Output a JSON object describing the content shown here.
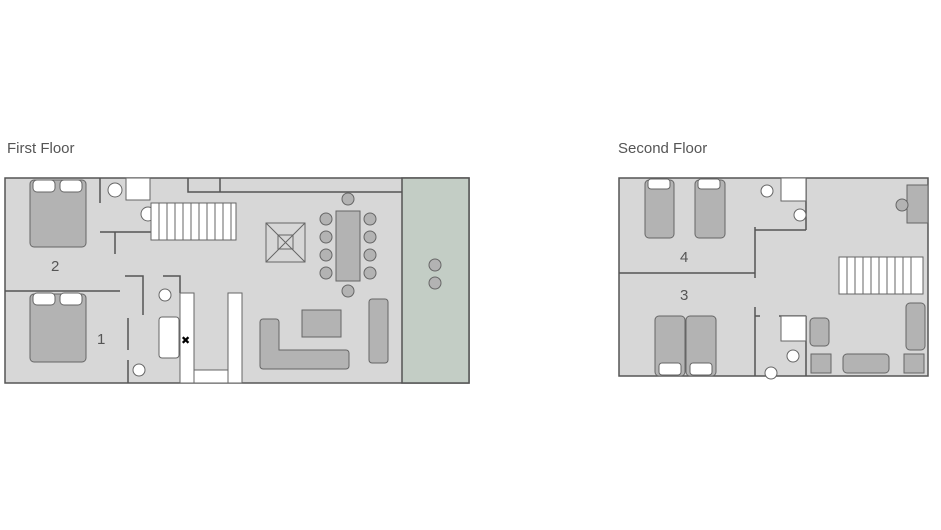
{
  "floors": [
    {
      "title": "First Floor",
      "rooms": [
        "2",
        "1"
      ]
    },
    {
      "title": "Second Floor",
      "rooms": [
        "4",
        "3"
      ]
    }
  ],
  "colors": {
    "floor": "#d7d7d7",
    "furniture": "#b3b3b3",
    "terrace": "#c3cdc5",
    "wall": "#555555"
  }
}
